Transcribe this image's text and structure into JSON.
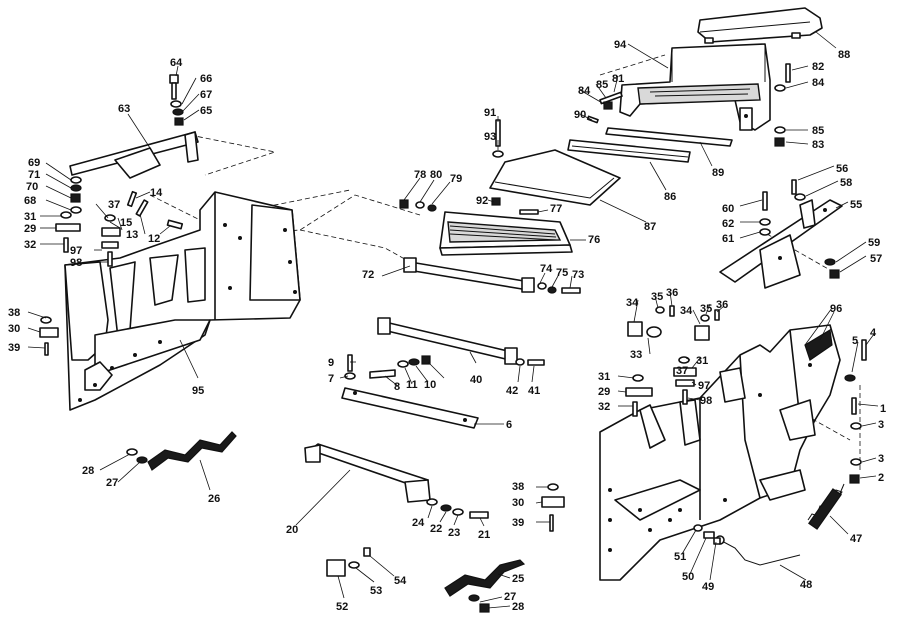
{
  "diagram": {
    "type": "exploded-parts-diagram",
    "callouts": [
      "1",
      "2",
      "3",
      "3",
      "4",
      "5",
      "6",
      "7",
      "8",
      "9",
      "10",
      "11",
      "12",
      "13",
      "14",
      "15",
      "20",
      "21",
      "22",
      "23",
      "24",
      "25",
      "26",
      "27",
      "27",
      "28",
      "28",
      "29",
      "29",
      "30",
      "30",
      "31",
      "31",
      "31",
      "32",
      "32",
      "33",
      "34",
      "34",
      "35",
      "35",
      "36",
      "36",
      "37",
      "37",
      "38",
      "38",
      "39",
      "39",
      "40",
      "41",
      "42",
      "47",
      "48",
      "49",
      "50",
      "51",
      "52",
      "53",
      "54",
      "55",
      "56",
      "57",
      "58",
      "59",
      "60",
      "61",
      "62",
      "63",
      "64",
      "65",
      "66",
      "67",
      "68",
      "69",
      "70",
      "71",
      "72",
      "73",
      "74",
      "75",
      "76",
      "77",
      "78",
      "79",
      "80",
      "81",
      "82",
      "83",
      "84",
      "84",
      "85",
      "85",
      "86",
      "87",
      "88",
      "89",
      "90",
      "91",
      "92",
      "93",
      "94",
      "95",
      "96",
      "97",
      "97",
      "98",
      "98"
    ]
  }
}
